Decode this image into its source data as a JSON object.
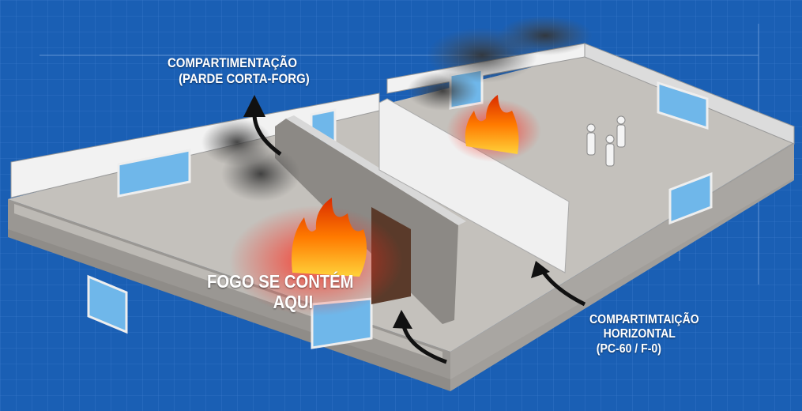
{
  "labels": {
    "vertical": {
      "line1": "COMPARTIMENTAÇÃO",
      "line2": "(PARDE CORTA-FORG)"
    },
    "contained": {
      "line1": "FOGO SE CONTÉM",
      "line2": "AQUI"
    },
    "horizontal": {
      "line1": "COMPARTIMTAIÇÃO",
      "line2": "HORIZONTAL",
      "line3": "(PC-60 / F-0)"
    }
  },
  "colors": {
    "background": "#1a5fb4",
    "grid": "#3f7fcf",
    "slab": "#b9b6b1",
    "wall": "#eeeeee",
    "fire": "#ff6a00",
    "smoke": "#4a4a4a"
  }
}
